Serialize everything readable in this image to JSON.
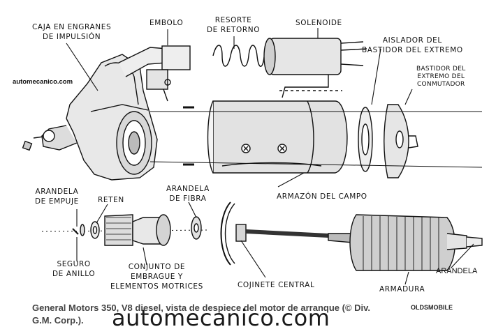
{
  "site_small": "automecanico.com",
  "labels": {
    "caja": [
      "CAJA EN ENGRANES",
      "DE IMPULSIÓN"
    ],
    "embolo": "EMBOLO",
    "resorte": [
      "RESORTE",
      "DE RETORNO"
    ],
    "solenoide": "SOLENOIDE",
    "aislador": [
      "AISLADOR DEL",
      "BASTIDOR DEL EXTREMO"
    ],
    "bastidor": [
      "BASTIDOR DEL",
      "EXTREMO DEL",
      "CONMUTADOR"
    ],
    "arandela_empuje": [
      "ARANDELA",
      "DE EMPUJE"
    ],
    "reten": "RETEN",
    "arandela_fibra": [
      "ARANDELA",
      "DE FIBRA"
    ],
    "armazon": "ARMAZÓN DEL CAMPO",
    "seguro": [
      "SEGURO",
      "DE ANILLO"
    ],
    "conjunto": [
      "CONJUNTO DE",
      "EMBRAGUE Y",
      "ELEMENTOS MOTRICES"
    ],
    "cojinete": "COJINETE CENTRAL",
    "armadura": "ARMADURA",
    "arandela_r": "ARANDELA"
  },
  "caption_line1": "General Motors 350, V8 diesel, vista de despiece del motor de arranque (© Div.",
  "caption_line2": "G.M. Corp.).",
  "oldsmobile": "OLDSMOBILE",
  "watermark": "automecanico.com"
}
